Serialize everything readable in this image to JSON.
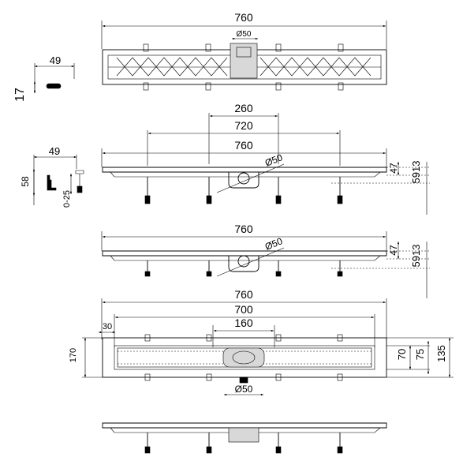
{
  "view1": {
    "top_length": "760",
    "outlet_diameter": "Ø50",
    "clip_width": "49",
    "clip_height": "17"
  },
  "view2": {
    "dim_260": "260",
    "dim_720": "720",
    "dim_760": "760",
    "outlet_diameter": "Ø50",
    "foot_width": "49",
    "foot_height": "58",
    "foot_adjust": "0-25",
    "side_47": "47",
    "side_59_13": "5913"
  },
  "view3": {
    "dim_760": "760",
    "outlet_diameter": "Ø50",
    "side_47": "47",
    "side_59_13": "5913"
  },
  "view4": {
    "dim_760": "760",
    "dim_700": "700",
    "dim_30": "30",
    "dim_160": "160",
    "dim_170": "170",
    "dim_70": "70",
    "dim_75": "75",
    "dim_135": "135",
    "outlet_diameter": "Ø50"
  }
}
